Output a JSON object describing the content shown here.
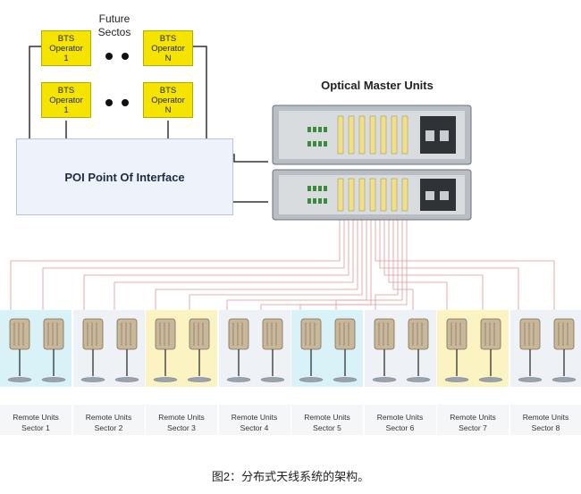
{
  "future_label": "Future\nSectos",
  "future_line1": "Future",
  "future_line2": "Sectos",
  "bts_boxes": [
    {
      "line1": "BTS",
      "line2": "Operator",
      "line3": "1"
    },
    {
      "line1": "BTS",
      "line2": "Operator",
      "line3": "N"
    },
    {
      "line1": "BTS",
      "line2": "Operator",
      "line3": "1"
    },
    {
      "line1": "BTS",
      "line2": "Operator",
      "line3": "N"
    }
  ],
  "poi_label": "POI Point Of Interface",
  "omu_title": "Optical Master Units",
  "sectors": [
    {
      "line1": "Remote Units",
      "line2": "Sector 1",
      "highlight": "#d9f2f7"
    },
    {
      "line1": "Remote Units",
      "line2": "Sector 2",
      "highlight": "#eef1f6"
    },
    {
      "line1": "Remote Units",
      "line2": "Sector 3",
      "highlight": "#fbf3c2"
    },
    {
      "line1": "Remote Units",
      "line2": "Sector 4",
      "highlight": "#eef1f6"
    },
    {
      "line1": "Remote Units",
      "line2": "Sector 5",
      "highlight": "#d9f2f7"
    },
    {
      "line1": "Remote Units",
      "line2": "Sector 6",
      "highlight": "#eef1f6"
    },
    {
      "line1": "Remote Units",
      "line2": "Sector 7",
      "highlight": "#fbf3c2"
    },
    {
      "line1": "Remote Units",
      "line2": "Sector 8",
      "highlight": "#eef1f6"
    }
  ],
  "figure_caption": "图2：分布式天线系统的架构。",
  "colors": {
    "bts": "#f5e400",
    "poi": "#eef3fb",
    "fiber": "#e08a8a"
  }
}
